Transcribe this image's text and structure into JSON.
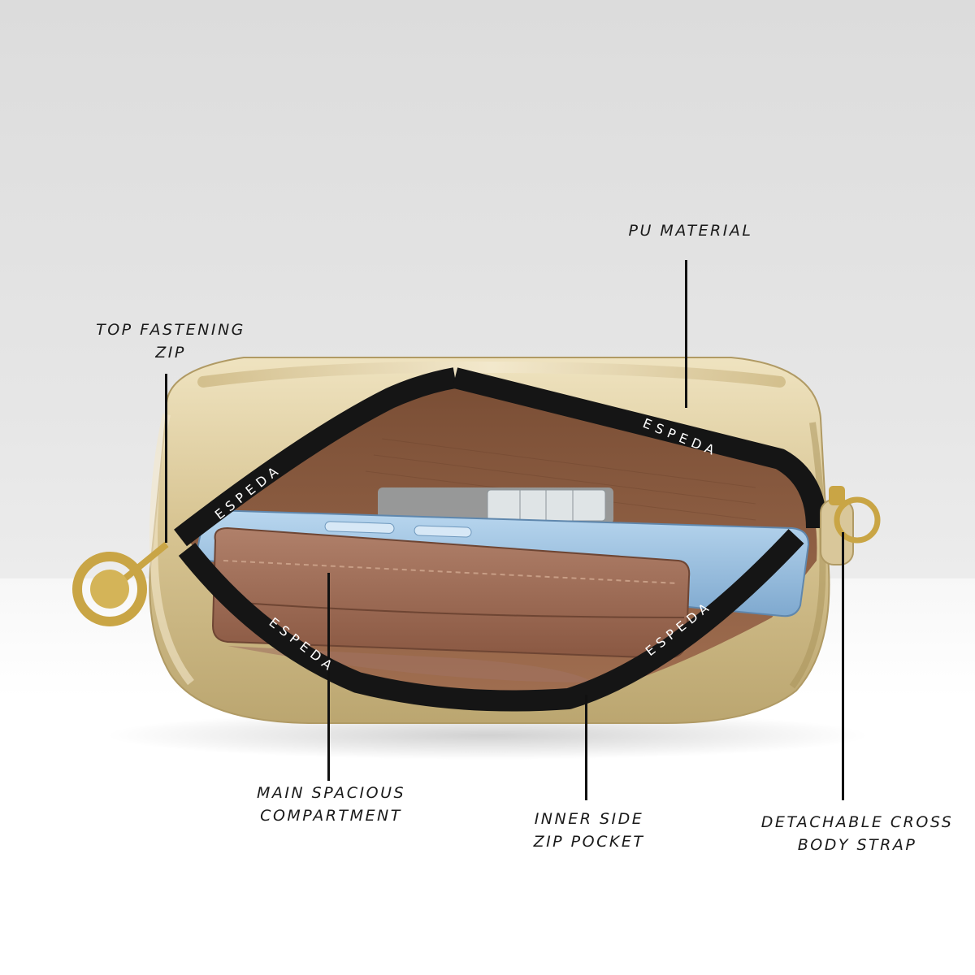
{
  "callouts": {
    "pu_material": {
      "lines": [
        "PU MATERIAL"
      ]
    },
    "top_zip": {
      "lines": [
        "TOP FASTENING",
        "ZIP"
      ]
    },
    "main_compartment": {
      "lines": [
        "MAIN SPACIOUS",
        "COMPARTMENT"
      ]
    },
    "inner_pocket": {
      "lines": [
        "INNER SIDE",
        "ZIP POCKET"
      ]
    },
    "strap": {
      "lines": [
        "DETACHABLE CROSS",
        "BODY STRAP"
      ]
    }
  },
  "brand": {
    "zip_tape_text": "ESPEDA"
  },
  "colors": {
    "bag_gold": "#d9c79a",
    "lining_brown": "#8a5a3e",
    "wallet_brown": "#9c6a55",
    "phone_blue": "#9ec5e6",
    "zip_tape": "#151515",
    "hardware_gold": "#c9a545"
  }
}
